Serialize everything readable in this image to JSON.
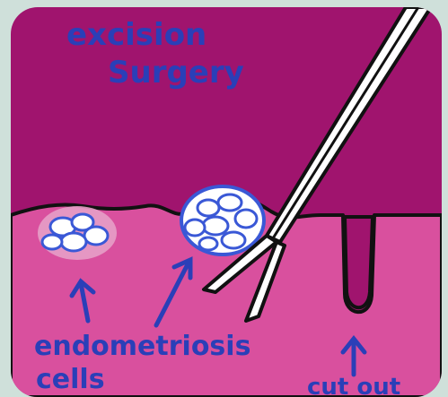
{
  "illustration": {
    "title_line1": "excision",
    "title_line2": "Surgery",
    "label_cells_line1": "endometriosis",
    "label_cells_line2": "cells",
    "label_cutout": "cut out"
  },
  "colors": {
    "background": "#cfe0da",
    "upper_tissue": "#a0146e",
    "lower_tissue": "#d9509e",
    "outline": "#111111",
    "ink": "#2a3fb8",
    "cell_fill": "#ffffff",
    "cell_outline": "#3a58d6"
  }
}
